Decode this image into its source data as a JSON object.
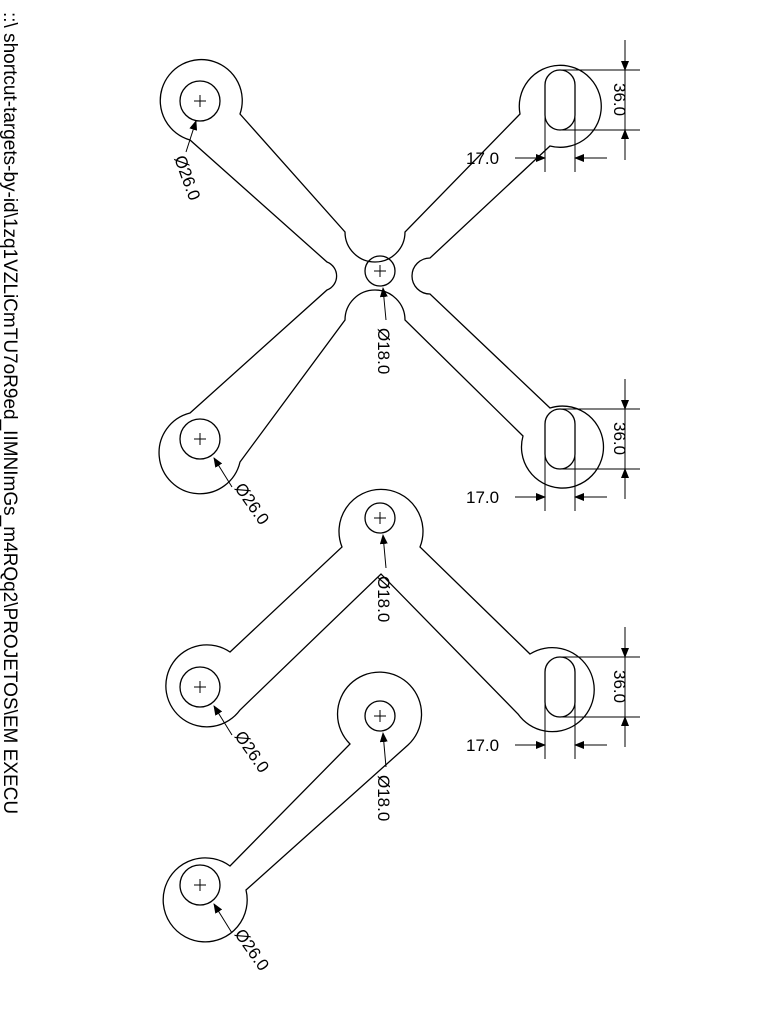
{
  "file_path_text": "::\\ shortcut-targets-by-id\\1zq1VZLiCmTU7oR9ed_IIMNImGs_m4RQq2\\PROJETOS\\EM EXECU",
  "dimensions": {
    "diameter_large": "Ø26.0",
    "diameter_small": "Ø18.0",
    "slot_length": "36.0",
    "slot_width": "17.0"
  }
}
